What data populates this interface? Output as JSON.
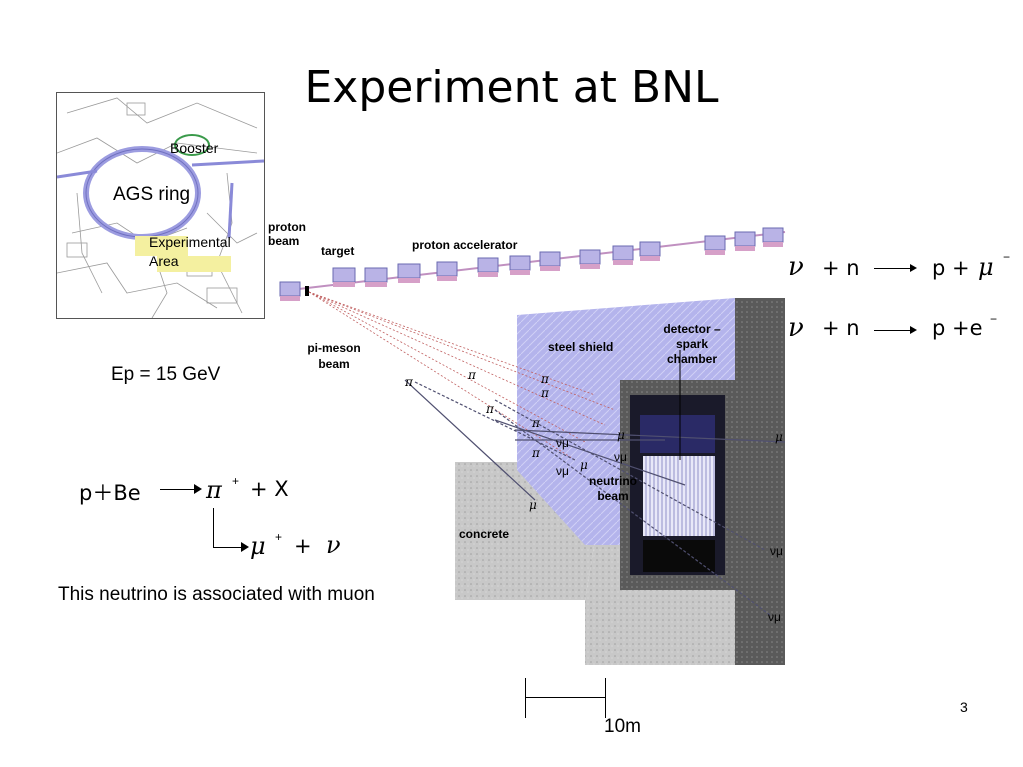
{
  "slide": {
    "title": "Experiment at BNL",
    "page_number": "3"
  },
  "map": {
    "booster": "Booster",
    "ags_ring": "AGS ring",
    "experimental_area_line1": "Experimental",
    "experimental_area_line2": "Area"
  },
  "energy": "Ep = 15 GeV",
  "reaction1": {
    "lhs": "p＋Be",
    "pi": "π",
    "pi_charge": "+",
    "rest": "+   X"
  },
  "reaction2": {
    "mu": "μ",
    "mu_charge": "+",
    "plus": "+",
    "nu": "ν"
  },
  "note": "This neutrino is associated with muon",
  "scale": "10m",
  "right_eq1": {
    "nu": "ν",
    "lhs": "+ n",
    "rhs": "p +",
    "mu": "μ",
    "charge": "−"
  },
  "right_eq2": {
    "nu": "ν",
    "lhs": "+ n",
    "rhs": "p +e",
    "charge": "−"
  },
  "diagram": {
    "proton_beam": "proton beam",
    "target": "target",
    "proton_accelerator": "proton accelerator",
    "pi_meson_beam": "pi-meson beam",
    "steel_shield": "steel shield",
    "detector": "detector – spark chamber",
    "neutrino_beam": "neutrino beam",
    "concrete": "concrete",
    "pi": "π",
    "mu": "μ",
    "nu_mu": "νμ"
  },
  "colors": {
    "magnet_top": "#b9b3e6",
    "magnet_side": "#d6a0c8",
    "shield": "#a8a8e8",
    "concrete": "#c9c9c9",
    "dark_shield": "#4a4a4a"
  }
}
